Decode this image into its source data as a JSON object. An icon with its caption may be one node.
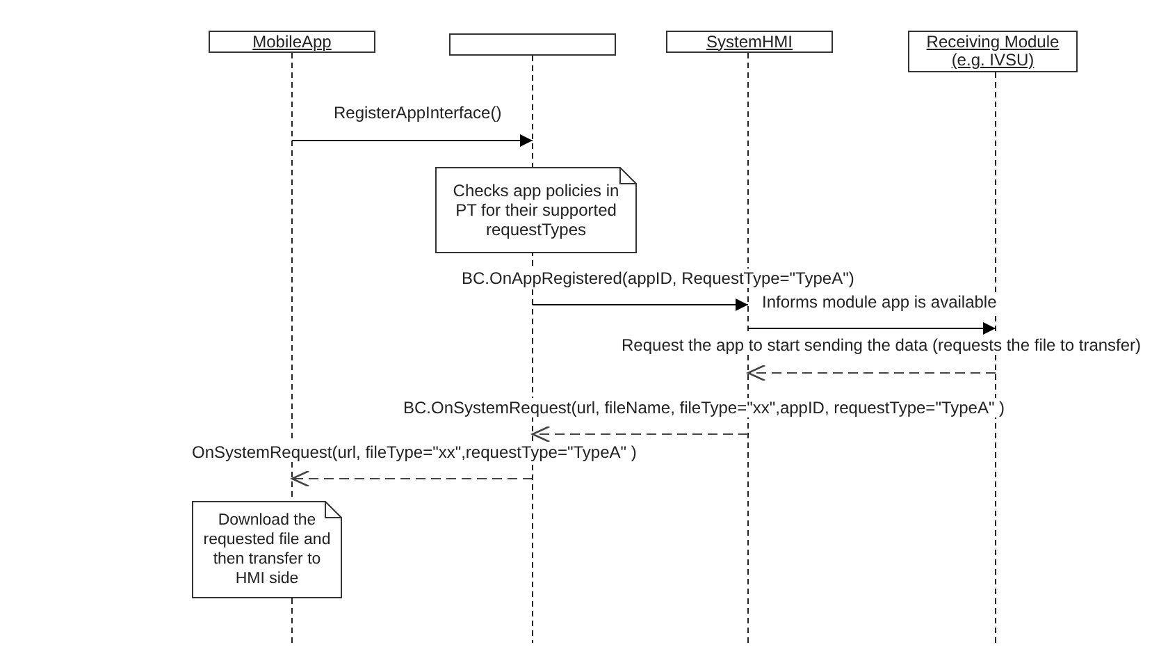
{
  "diagram": {
    "nodes": [
      {
        "text": [
          "MobileApp"
        ]
      },
      {
        "text": [],
        "shape": "box"
      },
      {
        "text": [
          "SystemHMI"
        ]
      },
      {
        "text": [
          "Receiving Module (e.g. IVSU)"
        ]
      },
      {
        "text": [
          "Checks app policies in PT for their supported requestTypes"
        ]
      },
      {
        "text": [
          "Download the requested  file and then transfer to HMI side"
        ]
      }
    ],
    "edges": [
      {
        "from": 0,
        "to": 1,
        "arrow": "to",
        "label": "RegisterAppInterface()"
      },
      {
        "from": 1,
        "to": 2,
        "arrow": "to",
        "label": "BC.OnAppRegistered(appID, RequestType=\"TypeA\")"
      },
      {
        "from": 2,
        "to": 3,
        "arrow": "to",
        "label": "Informs module app is available"
      },
      {
        "from": 3,
        "to": 2,
        "arrow": "to",
        "style": "dashed",
        "label": "Request the app to start sending the data (requests the file to transfer)"
      },
      {
        "from": 2,
        "to": 1,
        "arrow": "to",
        "style": "dashed",
        "label": "BC.OnSystemRequest(url, fileName, fileType=\"xx\",appID, requestType=\"TypeA\" )"
      },
      {
        "from": 1,
        "to": 0,
        "arrow": "to",
        "style": "dashed",
        "label": "OnSystemRequest(url, fileType=\"xx\",requestType=\"TypeA\" )"
      }
    ]
  }
}
